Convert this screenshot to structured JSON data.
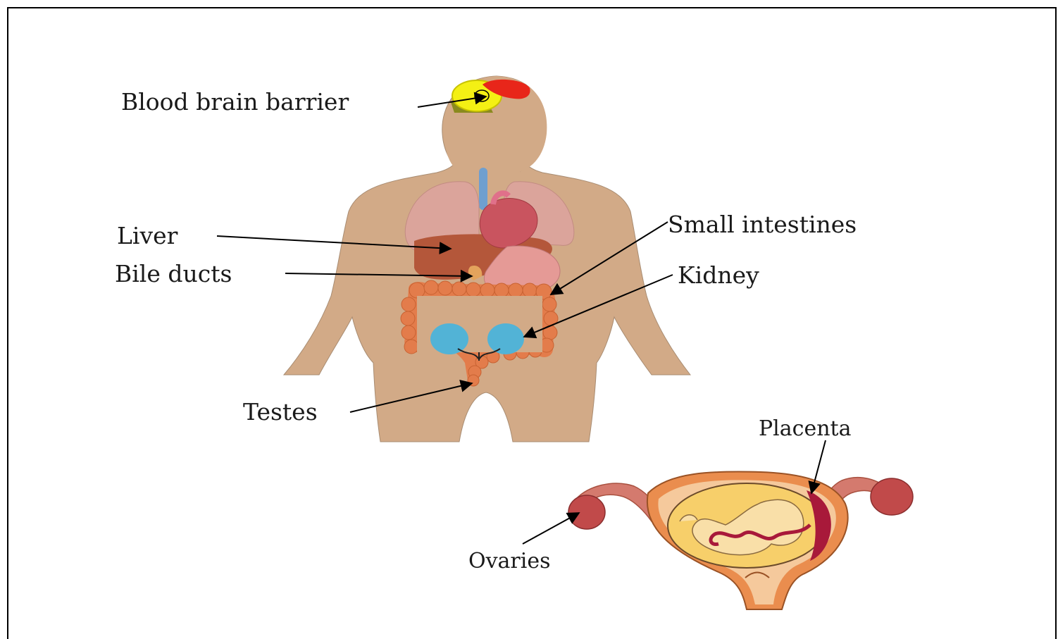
{
  "labels": {
    "blood_brain_barrier": "Blood brain barrier",
    "liver": "Liver",
    "bile_ducts": "Bile ducts",
    "small_intestines": "Small intestines",
    "kidney": "Kidney",
    "testes": "Testes",
    "placenta": "Placenta",
    "ovaries": "Ovaries"
  },
  "colors": {
    "skin": "#d2aa87",
    "lung": "#dba49b",
    "heart": "#c9545f",
    "liver": "#b4573a",
    "stomach": "#e59a96",
    "intestine": "#e37c4b",
    "kidney": "#52b3d6",
    "brain_yellow": "#f4f014",
    "brain_red": "#e8261a",
    "brain_olive": "#8a8a1e",
    "uterus_outer": "#ea8d4e",
    "uterus_wall": "#f5c99c",
    "amniotic": "#f7cf6a",
    "placenta": "#a8193a",
    "ovary": "#c14a4a",
    "fallopian": "#d47a6e"
  }
}
